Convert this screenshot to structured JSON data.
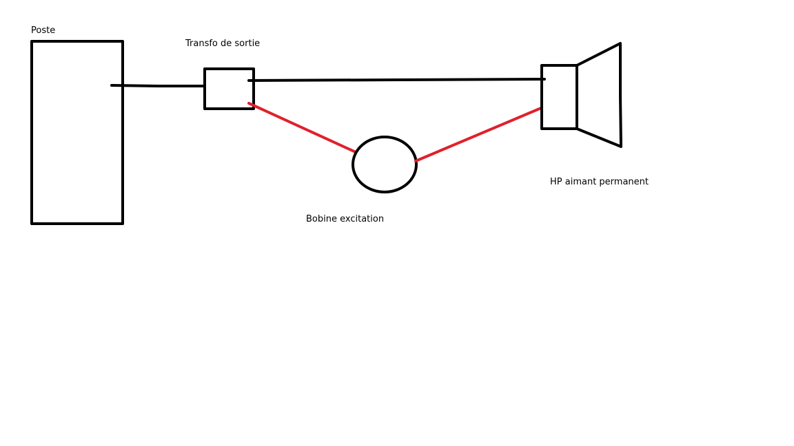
{
  "diagram": {
    "labels": {
      "poste": "Poste",
      "transfo": "Transfo de sortie",
      "bobine": "Bobine excitation",
      "hp": "HP aimant permanent"
    },
    "colors": {
      "wire_black": "#000000",
      "wire_red": "#e0202c",
      "background": "#ffffff"
    }
  }
}
